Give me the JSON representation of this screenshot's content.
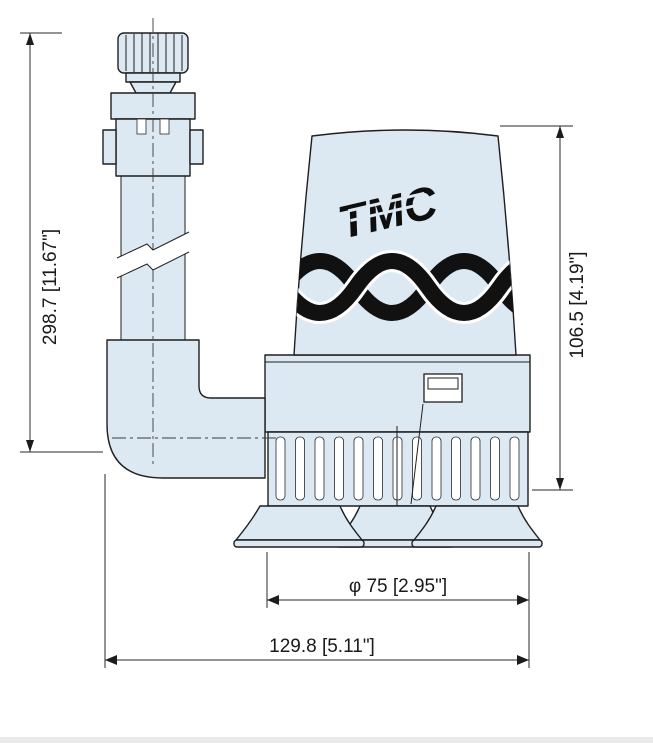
{
  "drawing": {
    "brand_logo": "TMC",
    "dimensions": {
      "overall_height": "298.7 [11.67\"]",
      "body_height": "106.5 [4.19\"]",
      "base_diameter": "φ 75 [2.95\"]",
      "overall_length": "129.8 [5.11\"]"
    },
    "colors": {
      "body_fill": "#dde9f2",
      "line": "#1f1f1f",
      "rope_black": "#111111"
    }
  }
}
